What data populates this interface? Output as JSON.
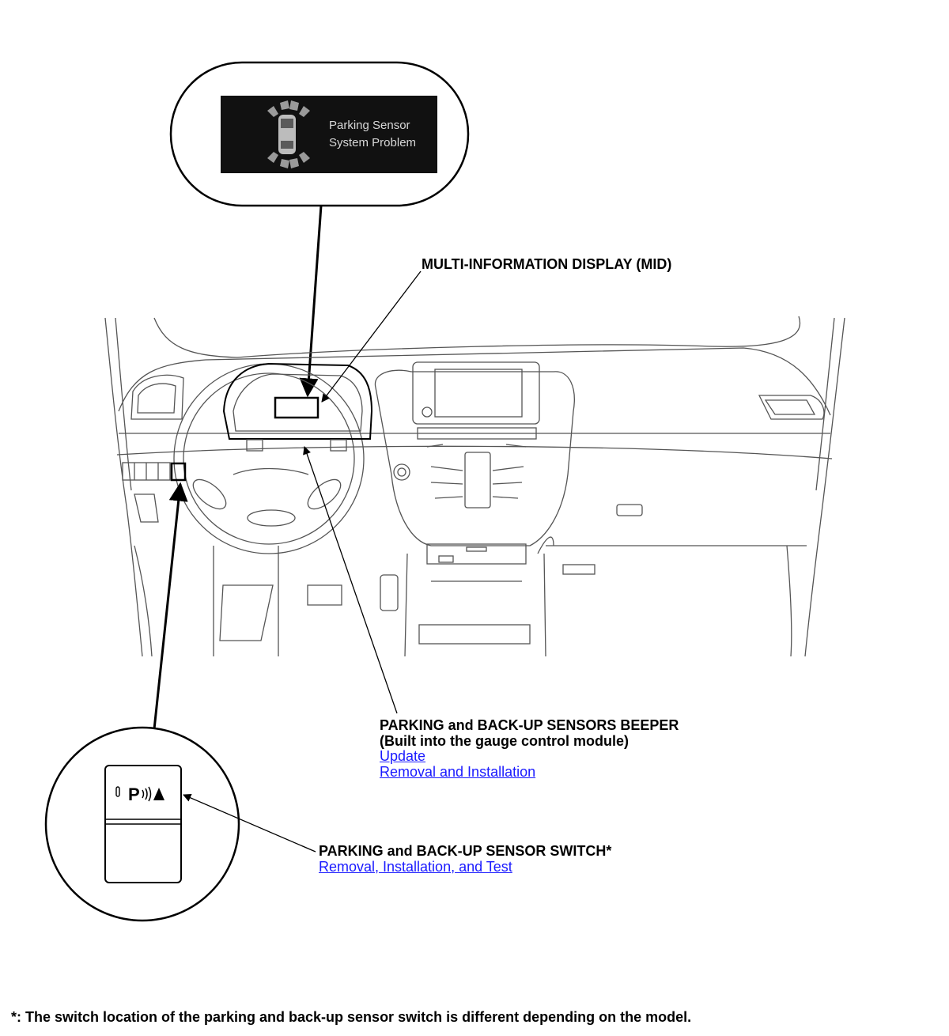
{
  "mid_screen": {
    "line1": "Parking Sensor",
    "line2": "System Problem"
  },
  "labels": {
    "mid": "MULTI-INFORMATION DISPLAY (MID)",
    "beeper_line1": "PARKING and BACK-UP SENSORS BEEPER",
    "beeper_line2": "(Built into the gauge control module)",
    "switch": "PARKING and BACK-UP SENSOR SWITCH*"
  },
  "links": {
    "beeper_update": "Update",
    "beeper_removal": "Removal and Installation",
    "switch_removal": "Removal, Installation, and Test"
  },
  "switch_icon_text": "P",
  "footnote": "*: The switch location of the parking and back-up sensor switch is different depending on the model.",
  "colors": {
    "link": "#1a1aff",
    "screen_bg": "#111111",
    "line_art": "#555555"
  }
}
